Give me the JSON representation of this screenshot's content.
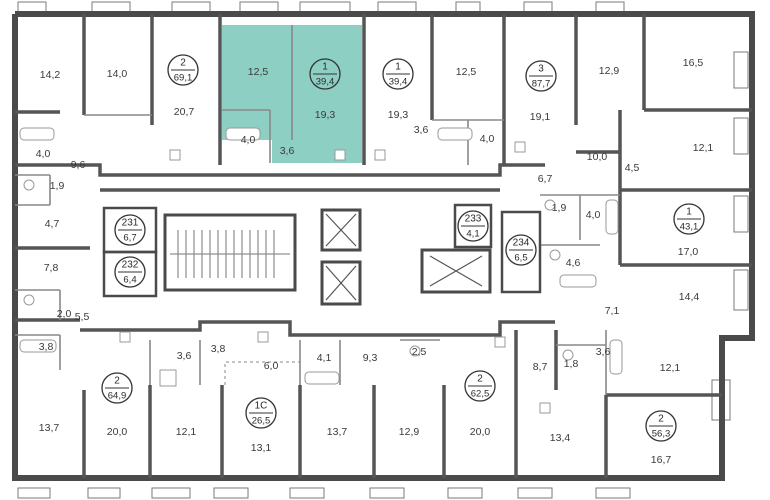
{
  "colors": {
    "wall": "#4a4a4a",
    "thin_wall": "#7a7a7a",
    "highlight": "#8ecfc4",
    "window": "#ffffff",
    "fixture": "#9a9a9a"
  },
  "rooms": [
    {
      "id": "r01",
      "text": "14,2"
    },
    {
      "id": "r02",
      "text": "14,0"
    },
    {
      "id": "r03",
      "text": "20,7"
    },
    {
      "id": "r04",
      "text": "12,5"
    },
    {
      "id": "r05",
      "text": "19,3"
    },
    {
      "id": "r06",
      "text": "4,0"
    },
    {
      "id": "r07",
      "text": "3,6"
    },
    {
      "id": "r08",
      "text": "19,3"
    },
    {
      "id": "r09",
      "text": "12,5"
    },
    {
      "id": "r10",
      "text": "3,6"
    },
    {
      "id": "r11",
      "text": "4,0"
    },
    {
      "id": "r12",
      "text": "19,1"
    },
    {
      "id": "r13",
      "text": "12,9"
    },
    {
      "id": "r14",
      "text": "16,5"
    },
    {
      "id": "r15",
      "text": "12,1"
    },
    {
      "id": "r16",
      "text": "10,0"
    },
    {
      "id": "r17",
      "text": "4,5"
    },
    {
      "id": "r18",
      "text": "6,7"
    },
    {
      "id": "r19",
      "text": "4,0"
    },
    {
      "id": "r20",
      "text": "9,6"
    },
    {
      "id": "r21",
      "text": "1,9"
    },
    {
      "id": "r22",
      "text": "4,7"
    },
    {
      "id": "r23",
      "text": "7,8"
    },
    {
      "id": "r24",
      "text": "2,0"
    },
    {
      "id": "r25",
      "text": "5,5"
    },
    {
      "id": "r26",
      "text": "3,8"
    },
    {
      "id": "r27",
      "text": "1,9"
    },
    {
      "id": "r28",
      "text": "4,0"
    },
    {
      "id": "r29",
      "text": "17,0"
    },
    {
      "id": "r30",
      "text": "4,6"
    },
    {
      "id": "r31",
      "text": "14,4"
    },
    {
      "id": "r32",
      "text": "7,1"
    },
    {
      "id": "r33",
      "text": "3,6"
    },
    {
      "id": "r34",
      "text": "3,8"
    },
    {
      "id": "r35",
      "text": "6,0"
    },
    {
      "id": "r36",
      "text": "4,1"
    },
    {
      "id": "r37",
      "text": "9,3"
    },
    {
      "id": "r38",
      "text": "2,5"
    },
    {
      "id": "r39",
      "text": "8,7"
    },
    {
      "id": "r40",
      "text": "1,8"
    },
    {
      "id": "r41",
      "text": "3,6"
    },
    {
      "id": "r42",
      "text": "12,1"
    },
    {
      "id": "r43",
      "text": "13,7"
    },
    {
      "id": "r44",
      "text": "20,0"
    },
    {
      "id": "r45",
      "text": "12,1"
    },
    {
      "id": "r46",
      "text": "13,1"
    },
    {
      "id": "r47",
      "text": "13,7"
    },
    {
      "id": "r48",
      "text": "12,9"
    },
    {
      "id": "r49",
      "text": "20,0"
    },
    {
      "id": "r50",
      "text": "13,4"
    },
    {
      "id": "r51",
      "text": "16,7"
    }
  ],
  "apartments": [
    {
      "id": "a01",
      "rooms": "2",
      "area": "69,1"
    },
    {
      "id": "a02",
      "rooms": "1",
      "area": "39,4",
      "highlighted": true
    },
    {
      "id": "a03",
      "rooms": "1",
      "area": "39,4"
    },
    {
      "id": "a04",
      "rooms": "3",
      "area": "87,7"
    },
    {
      "id": "a05",
      "rooms": "1",
      "area": "43,1"
    },
    {
      "id": "a06",
      "rooms": "2",
      "area": "64,9"
    },
    {
      "id": "a07",
      "rooms": "1С",
      "area": "26,5"
    },
    {
      "id": "a08",
      "rooms": "2",
      "area": "62,5"
    },
    {
      "id": "a09",
      "rooms": "2",
      "area": "56,3"
    }
  ],
  "storages": [
    {
      "id": "s231",
      "number": "231",
      "area": "6,7"
    },
    {
      "id": "s232",
      "number": "232",
      "area": "6,4"
    },
    {
      "id": "s233",
      "number": "233",
      "area": "4,1"
    },
    {
      "id": "s234",
      "number": "234",
      "area": "6,5"
    }
  ]
}
